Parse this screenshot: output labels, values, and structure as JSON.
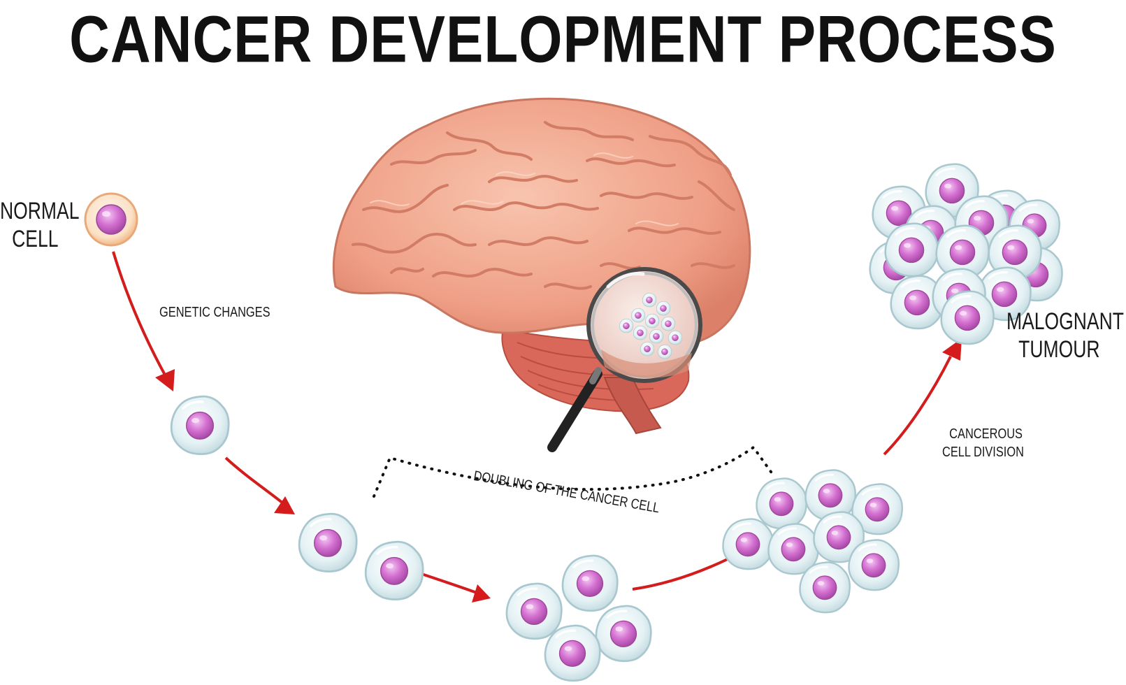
{
  "title": "CANCER DEVELOPMENT PROCESS",
  "labels": {
    "normal_cell": [
      "NORMAL",
      "CELL"
    ],
    "genetic_changes": "GENETIC CHANGES",
    "doubling": "DOUBLING OF THE CANCER CELL",
    "cancerous_division": [
      "CANCEROUS",
      "CELL DIVISION"
    ],
    "malignant_tumour": [
      "MALOGNANT",
      "TUMOUR"
    ]
  },
  "colors": {
    "arrow": "#d41c1c",
    "nucleus": "#d36fd0",
    "cytoplasm": "#e3f0f3",
    "membrane": "#a9c7ce",
    "normal_cell_outer": "#f6c79e",
    "brain": "#f0a88c",
    "cerebellum": "#d9685a"
  },
  "icons": [
    "brain-illustration",
    "magnifying-glass-icon",
    "cell-icon",
    "arrow-icon"
  ]
}
